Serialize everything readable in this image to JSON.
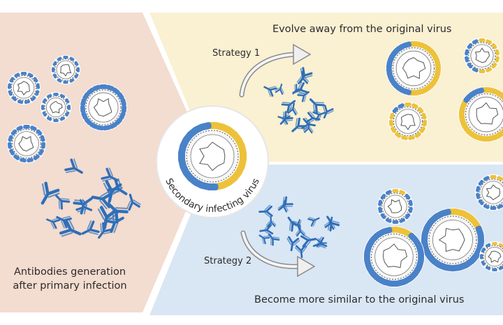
{
  "left_panel": {
    "caption_line1": "Antibodies generation",
    "caption_line2": "after primary infection"
  },
  "center": {
    "virus_label": "Secondary infecting virus"
  },
  "strategy1": {
    "label": "Strategy 1",
    "caption": "Evolve away from the original virus"
  },
  "strategy2": {
    "label": "Strategy 2",
    "caption": "Become more similar to the original virus"
  },
  "colors": {
    "left_bg": "#f3dcd0",
    "top_bg": "#faf0d2",
    "bottom_bg": "#d9e6f4",
    "antibody_blue": "#2f6fb8",
    "capsid_blue": "#4a82c8",
    "capsid_yellow": "#edc23a"
  }
}
